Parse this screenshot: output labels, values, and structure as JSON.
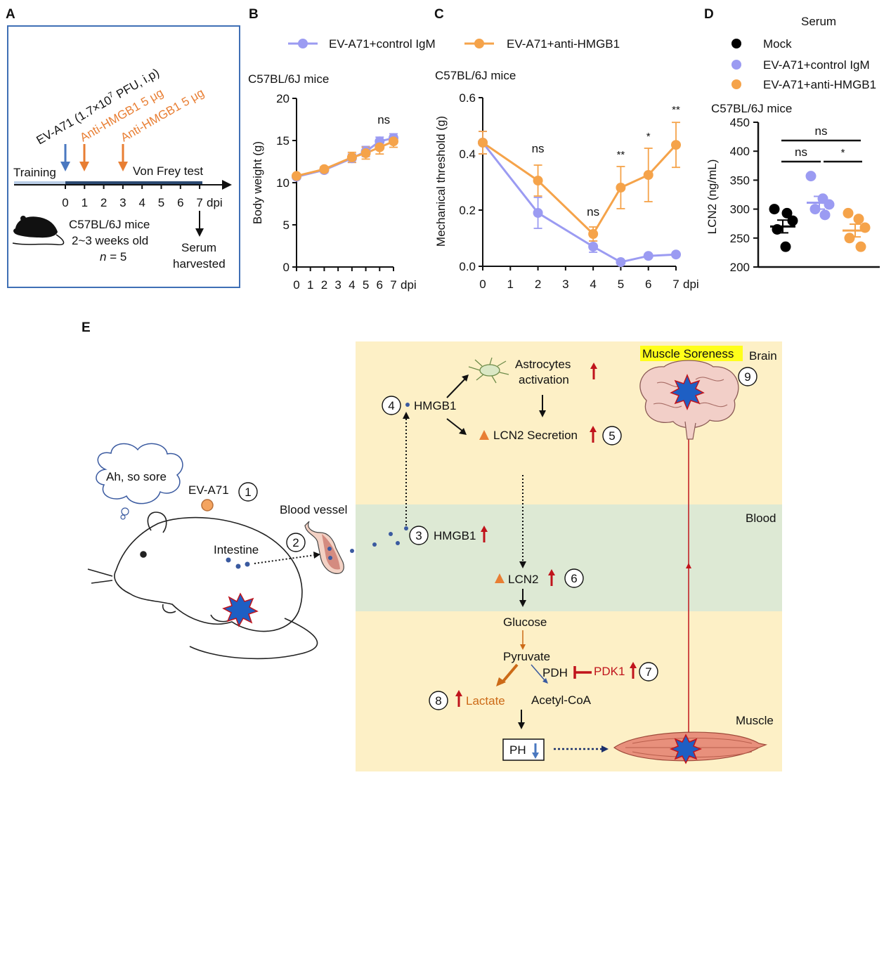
{
  "colors": {
    "control": "#9b9bf2",
    "anti": "#f5a34a",
    "mock": "#000000",
    "blue_arrow": "#4a78c0",
    "orange_arrow": "#e87e33",
    "red": "#c0141c",
    "brain_zone": "#fdf0c6",
    "blood_zone": "#dde9d4",
    "highlight": "#ffff1a",
    "lactate": "#cc6a17"
  },
  "panelA": {
    "label": "A",
    "infection": "EV-A71 (1.7×10",
    "infection_sup": "7",
    "infection_tail": " PFU, i.p)",
    "anti1": "Anti-HMGB1 5 μg",
    "anti2": "Anti-HMGB1 5 μg",
    "training": "Training",
    "vonfrey": "Von Frey test",
    "days": [
      "0",
      "1",
      "2",
      "3",
      "4",
      "5",
      "6",
      "7"
    ],
    "dpi": "dpi",
    "mouse_line1": "C57BL/6J  mice",
    "mouse_line2": "2~3  weeks  old",
    "mouse_line3_italic": "n",
    "mouse_line3_rest": " = 5",
    "serum1": "Serum",
    "serum2": "harvested"
  },
  "legend_bc": {
    "control": "EV-A71+control IgM",
    "anti": "EV-A71+anti-HMGB1"
  },
  "chart_data": [
    {
      "panel": "B",
      "type": "line",
      "title": "C57BL/6J mice",
      "ylabel": "Body weight (g)",
      "xlabel": "dpi",
      "ylim": [
        0,
        20
      ],
      "yticks": [
        "0",
        "5",
        "10",
        "15",
        "20"
      ],
      "xticks": [
        "0",
        "1",
        "2",
        "3",
        "4",
        "5",
        "6",
        "7"
      ],
      "x": [
        0,
        2,
        4,
        5,
        6,
        7
      ],
      "series": [
        {
          "name": "EV-A71+control IgM",
          "values": [
            10.7,
            11.5,
            12.9,
            13.7,
            14.9,
            15.3
          ],
          "err": [
            0.2,
            0.3,
            0.5,
            0.6,
            0.5,
            0.5
          ]
        },
        {
          "name": "EV-A71+anti-HMGB1",
          "values": [
            10.8,
            11.6,
            13.0,
            13.5,
            14.2,
            14.9
          ],
          "err": [
            0.2,
            0.3,
            0.6,
            0.7,
            0.8,
            0.7
          ]
        }
      ],
      "annotations": [
        {
          "x": 6.3,
          "y": 17.0,
          "text": "ns"
        }
      ]
    },
    {
      "panel": "C",
      "type": "line",
      "title": "C57BL/6J mice",
      "ylabel": "Mechanical threshold (g)",
      "xlabel": "dpi",
      "ylim": [
        0,
        0.6
      ],
      "yticks": [
        "0.0",
        "0.2",
        "0.4",
        "0.6"
      ],
      "xticks": [
        "0",
        "1",
        "2",
        "3",
        "4",
        "5",
        "6",
        "7"
      ],
      "x": [
        0,
        2,
        4,
        5,
        6,
        7
      ],
      "series": [
        {
          "name": "EV-A71+control IgM",
          "values": [
            0.44,
            0.19,
            0.07,
            0.015,
            0.037,
            0.042
          ],
          "err": [
            0.04,
            0.055,
            0.02,
            0.005,
            0.005,
            0.005
          ]
        },
        {
          "name": "EV-A71+anti-HMGB1",
          "values": [
            0.44,
            0.305,
            0.115,
            0.28,
            0.325,
            0.432
          ],
          "err": [
            0.04,
            0.055,
            0.025,
            0.075,
            0.095,
            0.08
          ]
        }
      ],
      "annotations": [
        {
          "x": 2,
          "y": 0.405,
          "text": "ns"
        },
        {
          "x": 4,
          "y": 0.18,
          "text": "ns"
        },
        {
          "x": 5,
          "y": 0.385,
          "text": "**"
        },
        {
          "x": 6,
          "y": 0.45,
          "text": "*"
        },
        {
          "x": 7,
          "y": 0.545,
          "text": "**"
        }
      ]
    },
    {
      "panel": "D",
      "type": "scatter",
      "title": "Serum",
      "subtitle": "C57BL/6J mice",
      "ylabel": "LCN2 (ng/mL)",
      "ylim": [
        200,
        450
      ],
      "yticks": [
        "200",
        "250",
        "300",
        "350",
        "400",
        "450"
      ],
      "series": [
        {
          "name": "Mock",
          "values": [
            300,
            293,
            280,
            265,
            235
          ],
          "mean": 270,
          "sem": 11
        },
        {
          "name": "EV-A71+control IgM",
          "values": [
            357,
            318,
            308,
            300,
            290
          ],
          "mean": 311,
          "sem": 11
        },
        {
          "name": "EV-A71+anti-HMGB1",
          "values": [
            293,
            283,
            268,
            250,
            235
          ],
          "mean": 263,
          "sem": 11
        }
      ],
      "significance": [
        {
          "from": 0,
          "to": 2,
          "text": "ns"
        },
        {
          "from": 0,
          "to": 1,
          "text": "ns"
        },
        {
          "from": 1,
          "to": 2,
          "text": "*"
        }
      ]
    }
  ],
  "panelE": {
    "label": "E",
    "speech": "Ah, so sore",
    "ev_a71": "EV-A71",
    "intestine": "Intestine",
    "blood_vessel": "Blood vessel",
    "hmgb1_brain": "HMGB1",
    "astrocytes1": "Astrocytes",
    "astrocytes2": "activation",
    "lcn2_secretion": "LCN2 Secretion",
    "muscle_soreness": "Muscle Soreness",
    "brain": "Brain",
    "blood": "Blood",
    "hmgb1_blood": "HMGB1",
    "lcn2": "LCN2",
    "glucose": "Glucose",
    "pyruvate": "Pyruvate",
    "pdh": "PDH",
    "pdk1": "PDK1",
    "lactate": "Lactate",
    "acetyl": "Acetyl-CoA",
    "ph": "PH",
    "muscle": "Muscle",
    "steps": [
      "1",
      "2",
      "3",
      "4",
      "5",
      "6",
      "7",
      "8",
      "9"
    ]
  }
}
